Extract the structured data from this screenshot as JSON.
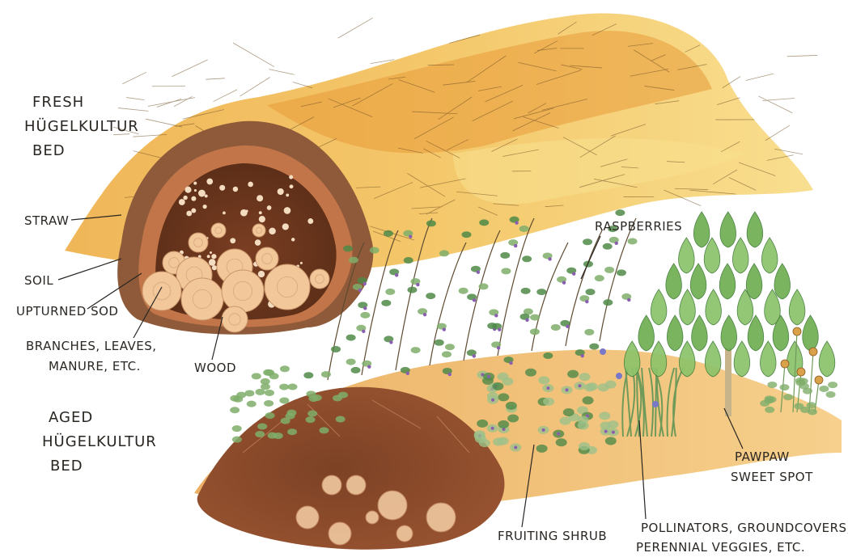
{
  "fresh_bed": {
    "title_lines": [
      "FRESH",
      "HÜGELKULTUR",
      "BED"
    ],
    "labels": {
      "straw": "STRAW",
      "soil": "SOIL",
      "upturned_sod": "UPTURNED SOD",
      "branches_line1": "BRANCHES, LEAVES,",
      "branches_line2": "MANURE, ETC.",
      "wood": "WOOD"
    }
  },
  "aged_bed": {
    "title_lines": [
      "AGED",
      "HÜGELKULTUR",
      "BED"
    ],
    "labels": {
      "raspberries": "RASPBERRIES",
      "pawpaw_line1": "PAWPAW",
      "pawpaw_line2": "SWEET SPOT",
      "fruiting_shrub": "FRUITING SHRUB",
      "pollinators_line1": "POLLINATORS, GROUNDCOVERS,",
      "pollinators_line2": "PERENNIAL VEGGIES, ETC."
    }
  },
  "colors": {
    "straw_light": "#f7d27a",
    "straw_mid": "#eeb04a",
    "straw_dark": "#d9892c",
    "soil_dark": "#6e3a1f",
    "soil_mid": "#8e4a26",
    "sod": "#c97a4a",
    "wood": "#f2c89a",
    "foliage": "#7fae6a",
    "foliage_dark": "#4f8a48",
    "pawpaw": "#8cc36a",
    "flower": "#8a5fb0"
  }
}
